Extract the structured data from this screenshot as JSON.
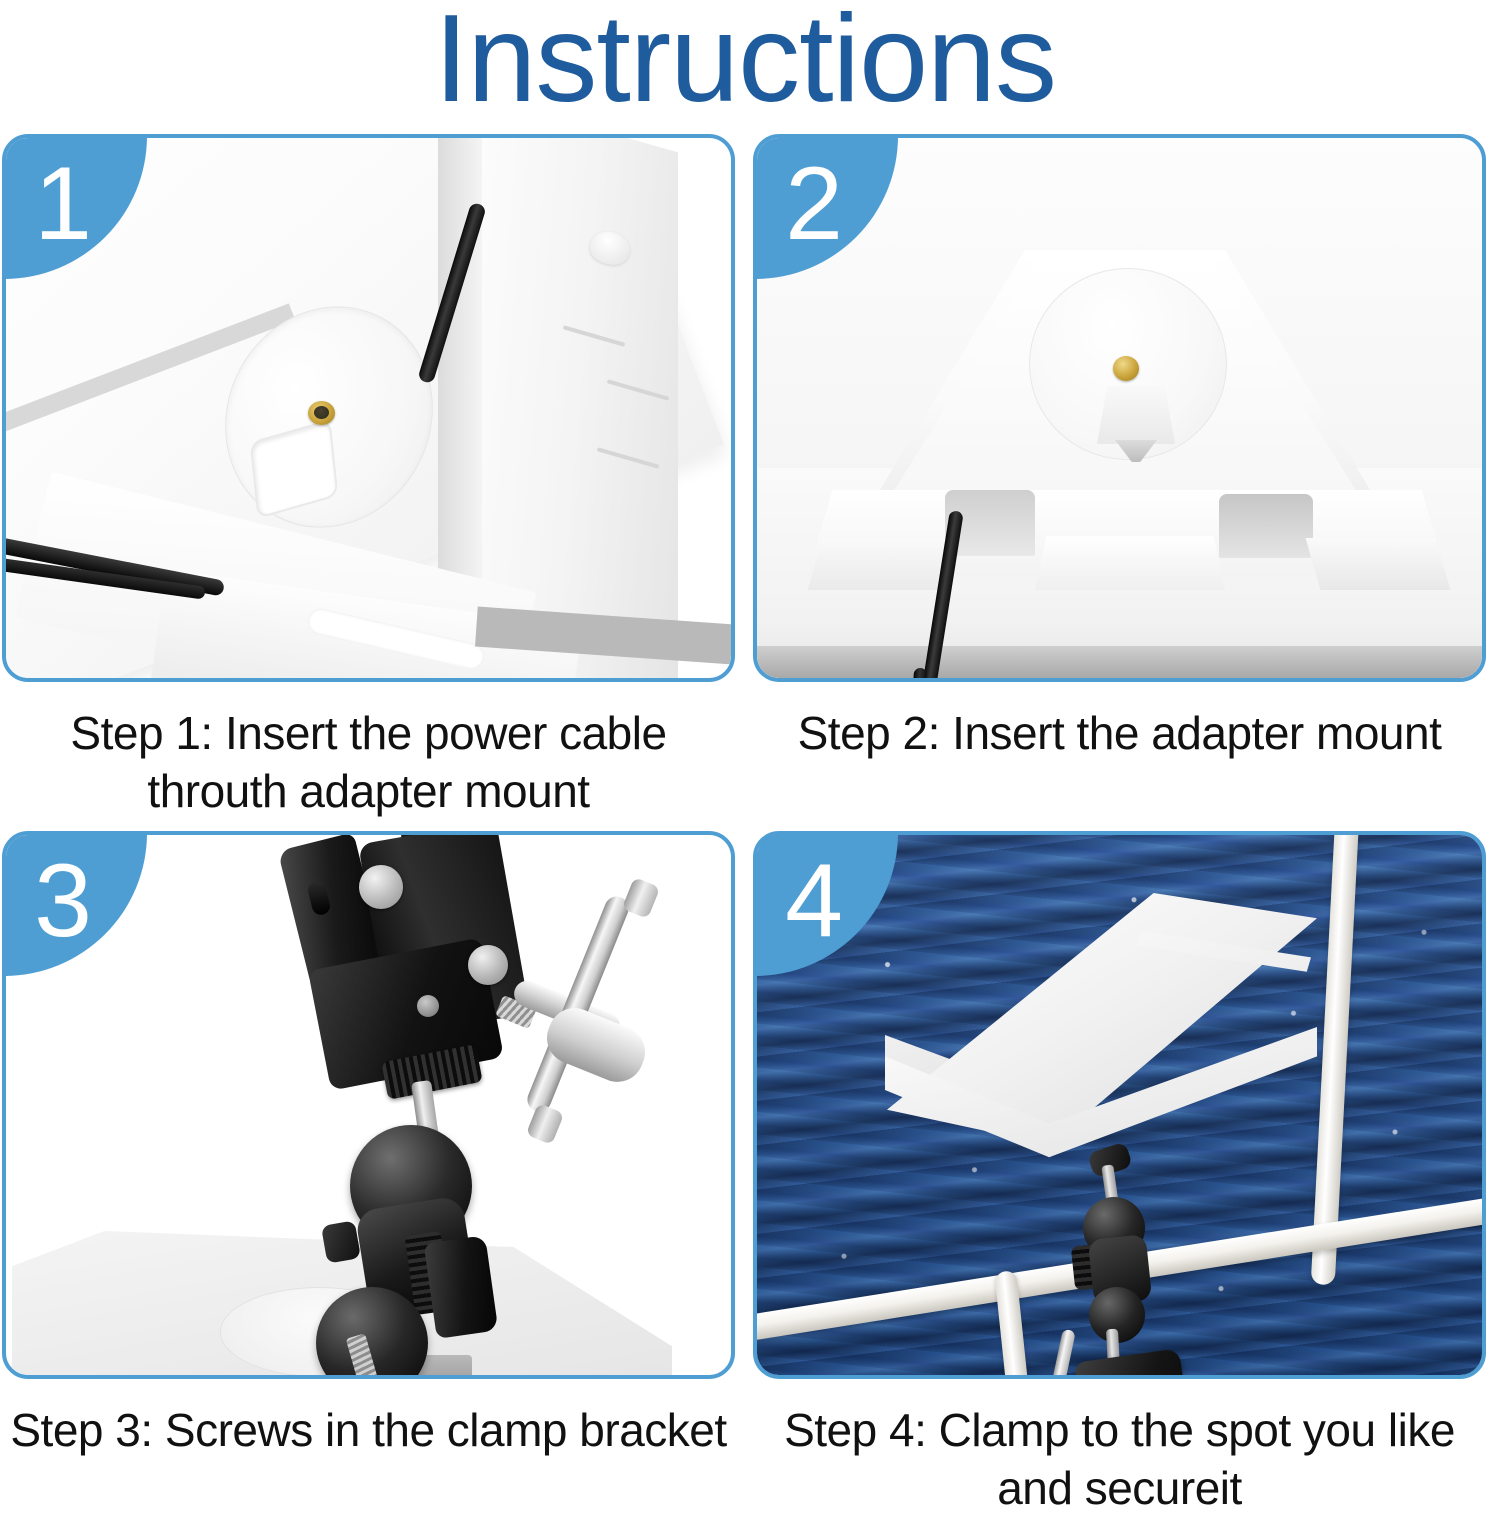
{
  "title": "Instructions",
  "accent_color": "#4e9ed4",
  "title_color": "#1f5c9e",
  "caption_color": "#111111",
  "steps": [
    {
      "number": "1",
      "badge_name": "step-badge-1",
      "caption": "Step 1: Insert the power cable throuth adapter mount",
      "image_alt": "Underside of white satellite dish showing circular adapter recess, brass threaded insert, keyhole cutout and black power cable"
    },
    {
      "number": "2",
      "badge_name": "step-badge-2",
      "caption": "Step 2: Insert the adapter mount",
      "image_alt": "White adapter mount seated on dish base with brass screw hole, trapezoid boss and black cable routed through the channel"
    },
    {
      "number": "3",
      "badge_name": "step-badge-3",
      "caption": "Step 3: Screws in the clamp bracket",
      "image_alt": "Black super clamp with silver T-handle screw attached to a dual ball-head magic arm and thumb screw on the white dish base"
    },
    {
      "number": "4",
      "badge_name": "step-badge-4",
      "caption": "Step 4: Clamp to the spot you like and secureit",
      "image_alt": "White satellite dish clamped to a white boat railing with deep blue ocean water in the background"
    }
  ]
}
